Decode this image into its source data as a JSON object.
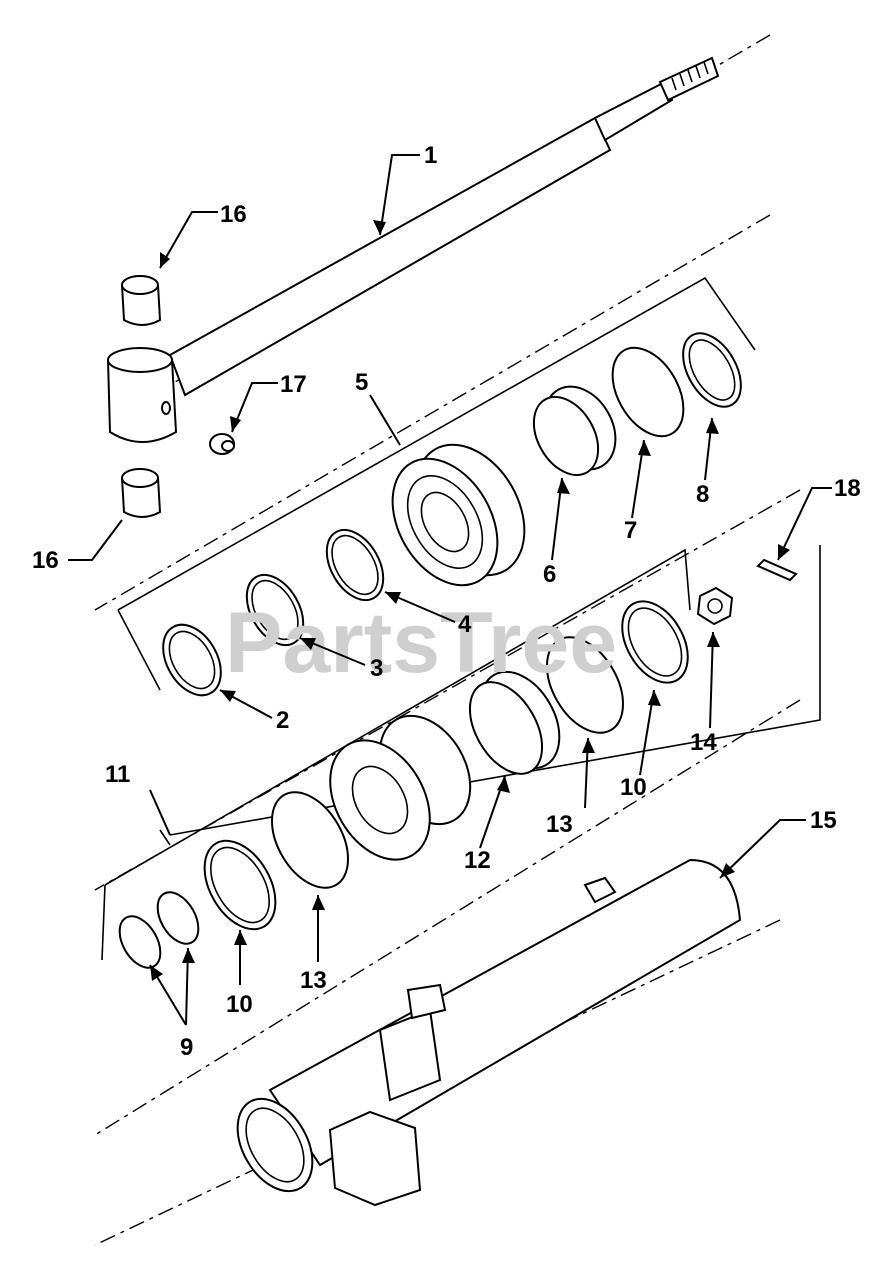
{
  "watermark": "PartsTree",
  "callouts": [
    {
      "id": "c1",
      "label": "1"
    },
    {
      "id": "c2",
      "label": "2"
    },
    {
      "id": "c3",
      "label": "3"
    },
    {
      "id": "c4",
      "label": "4"
    },
    {
      "id": "c5",
      "label": "5"
    },
    {
      "id": "c6",
      "label": "6"
    },
    {
      "id": "c7",
      "label": "7"
    },
    {
      "id": "c8",
      "label": "8"
    },
    {
      "id": "c9",
      "label": "9"
    },
    {
      "id": "c10a",
      "label": "10"
    },
    {
      "id": "c10b",
      "label": "10"
    },
    {
      "id": "c11",
      "label": "11"
    },
    {
      "id": "c12",
      "label": "12"
    },
    {
      "id": "c13a",
      "label": "13"
    },
    {
      "id": "c13b",
      "label": "13"
    },
    {
      "id": "c14",
      "label": "14"
    },
    {
      "id": "c15",
      "label": "15"
    },
    {
      "id": "c16a",
      "label": "16"
    },
    {
      "id": "c16b",
      "label": "16"
    },
    {
      "id": "c17",
      "label": "17"
    },
    {
      "id": "c18",
      "label": "18"
    }
  ]
}
